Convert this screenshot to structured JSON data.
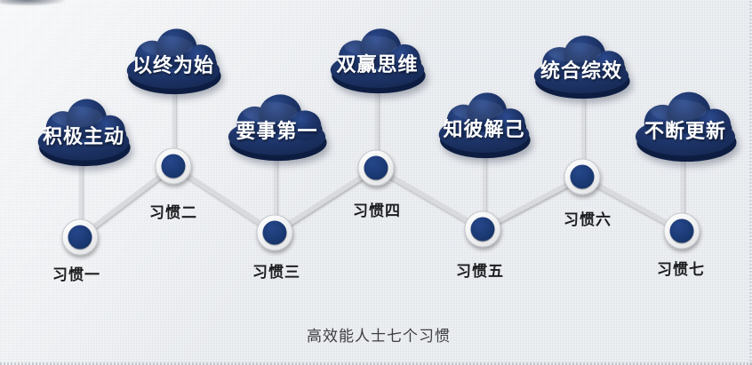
{
  "title": "高效能人士七个习惯",
  "habits": [
    {
      "name": "积极主动",
      "label": "习惯一"
    },
    {
      "name": "以终为始",
      "label": "习惯二"
    },
    {
      "name": "要事第一",
      "label": "习惯三"
    },
    {
      "name": "双赢思维",
      "label": "习惯四"
    },
    {
      "name": "知彼解己",
      "label": "习惯五"
    },
    {
      "name": "统合综效",
      "label": "习惯六"
    },
    {
      "name": "不断更新",
      "label": "习惯七"
    }
  ],
  "colors": {
    "cloud_fill": "#1d3468",
    "cloud_extrude": "#0d1d42",
    "node_fill": "#1b3a74",
    "node_ring": "#f2f2f2",
    "connector": "#d8dade",
    "background": "#edeff2",
    "label_text": "#1d1d1f",
    "cloud_text": "#ffffff"
  }
}
